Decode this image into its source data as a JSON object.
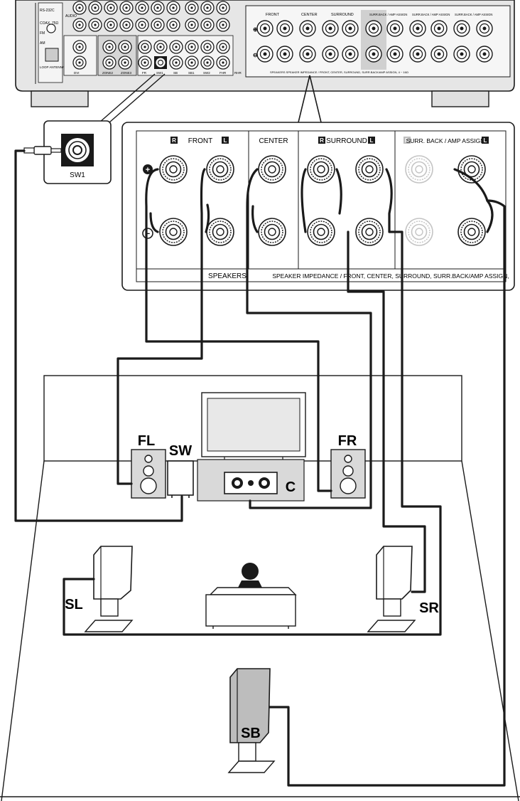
{
  "receiver_rear": {
    "speaker_headers": [
      "FRONT",
      "CENTER",
      "SURROUND",
      "SURR.BACK / AMP ASSIGN",
      "SURR.BACK / AMP ASSIGN",
      "SURR.BACK / AMP ASSIGN"
    ],
    "left_labels": [
      "RS-232C",
      "COAX. 75Ω",
      "FM",
      "AM",
      "LOOP ANTENNA",
      "AUDIO",
      "DVI"
    ],
    "zone_labels": [
      "ZONE2",
      "ZONE3",
      "FR",
      "SW1",
      "SB",
      "SB1",
      "SW2",
      "FHR",
      "RHR"
    ],
    "bottom_text": "SPEAKERS    SPEAKER IMPEDANCE / FRONT, CENTER, SURROUND, SURR.BACK/AMP ASSIGN, 4 ~ 16Ω"
  },
  "sw_callout": {
    "label": "SW1"
  },
  "terminal_panel": {
    "header_front": "FRONT",
    "header_center": "CENTER",
    "header_surround": "SURROUND",
    "header_surr_back": "SURR. BACK / AMP ASSIGN",
    "badge_r": "R",
    "badge_l": "L",
    "plus_symbol": "+",
    "minus_symbol": "−",
    "speakers_label": "SPEAKERS",
    "impedance_label": "SPEAKER IMPEDANCE  /  FRONT, CENTER, SURROUND, SURR.BACK/AMP ASSIGN,"
  },
  "speakers": {
    "front_left": "FL",
    "subwoofer": "SW",
    "center": "C",
    "front_right": "FR",
    "surround_left": "SL",
    "surround_right": "SR",
    "surround_back": "SB"
  },
  "colors": {
    "line": "#1a1a1a",
    "panel_gray": "#d9d9d9",
    "speaker_gray": "#cfcfcf",
    "faded": "#bdbdbd"
  }
}
